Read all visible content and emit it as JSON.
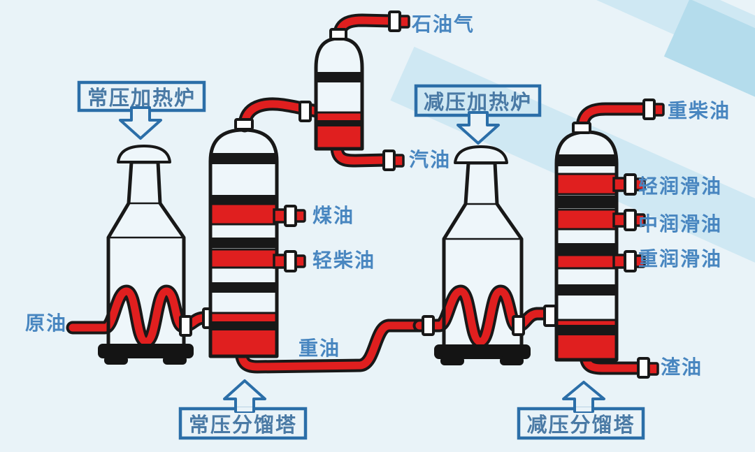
{
  "equipment": {
    "atm_furnace": "常压加热炉",
    "vac_furnace": "减压加热炉",
    "atm_tower": "常压分馏塔",
    "vac_tower": "减压分馏塔"
  },
  "streams": {
    "crude_oil": "原油",
    "petroleum_gas": "石油气",
    "gasoline": "汽油",
    "kerosene": "煤油",
    "light_diesel": "轻柴油",
    "heavy_oil": "重油",
    "heavy_diesel": "重柴油",
    "light_lube": "轻润滑油",
    "medium_lube": "中润滑油",
    "heavy_lube": "重润滑油",
    "residual_oil": "渣油"
  },
  "colors": {
    "background": "#e9f3f8",
    "stripe": "#cfe8f3",
    "label_blue": "#4886c0",
    "box_blue": "#2b6ea8",
    "pipe_red": "#e01f1f",
    "outline_black": "#181818",
    "connector_white": "#fdfdfd"
  }
}
